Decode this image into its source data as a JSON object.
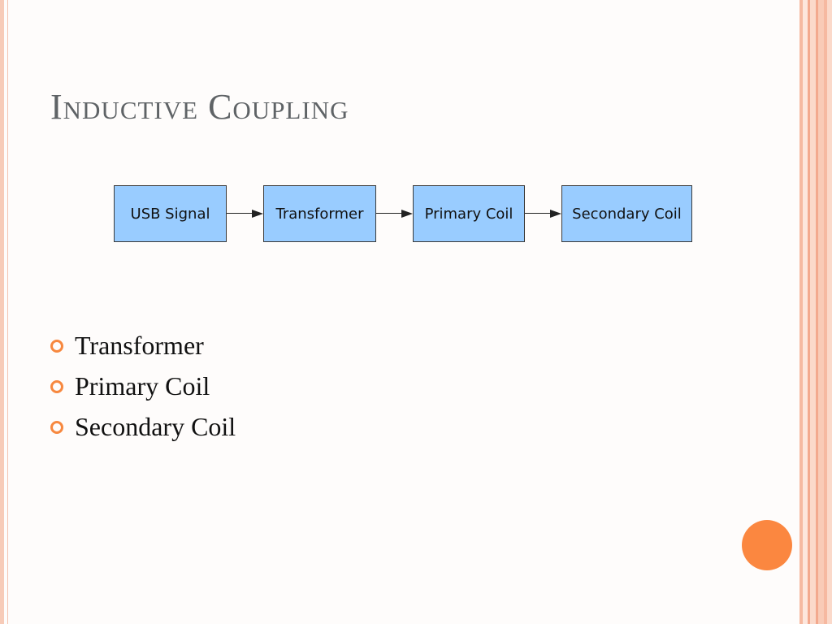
{
  "slide": {
    "title": "Inductive Coupling",
    "diagram": {
      "nodes": [
        {
          "label": "USB Signal"
        },
        {
          "label": "Transformer"
        },
        {
          "label": "Primary Coil"
        },
        {
          "label": "Secondary Coil"
        }
      ]
    },
    "bullets": [
      {
        "label": "Transformer"
      },
      {
        "label": "Primary Coil"
      },
      {
        "label": "Secondary Coil"
      }
    ]
  },
  "colors": {
    "title_text": "#5f6366",
    "node_fill": "#99ccff",
    "node_border": "#3a3a3a",
    "bullet_accent": "#f7883f",
    "orange_dot": "#fb8740",
    "stripe_light": "#f9d3c2",
    "stripe_mid": "#f6b9a1",
    "stripe_dark": "#f3a98e"
  },
  "icons": {
    "bullet": "hollow-circle-icon",
    "decoration": "filled-circle-icon"
  }
}
